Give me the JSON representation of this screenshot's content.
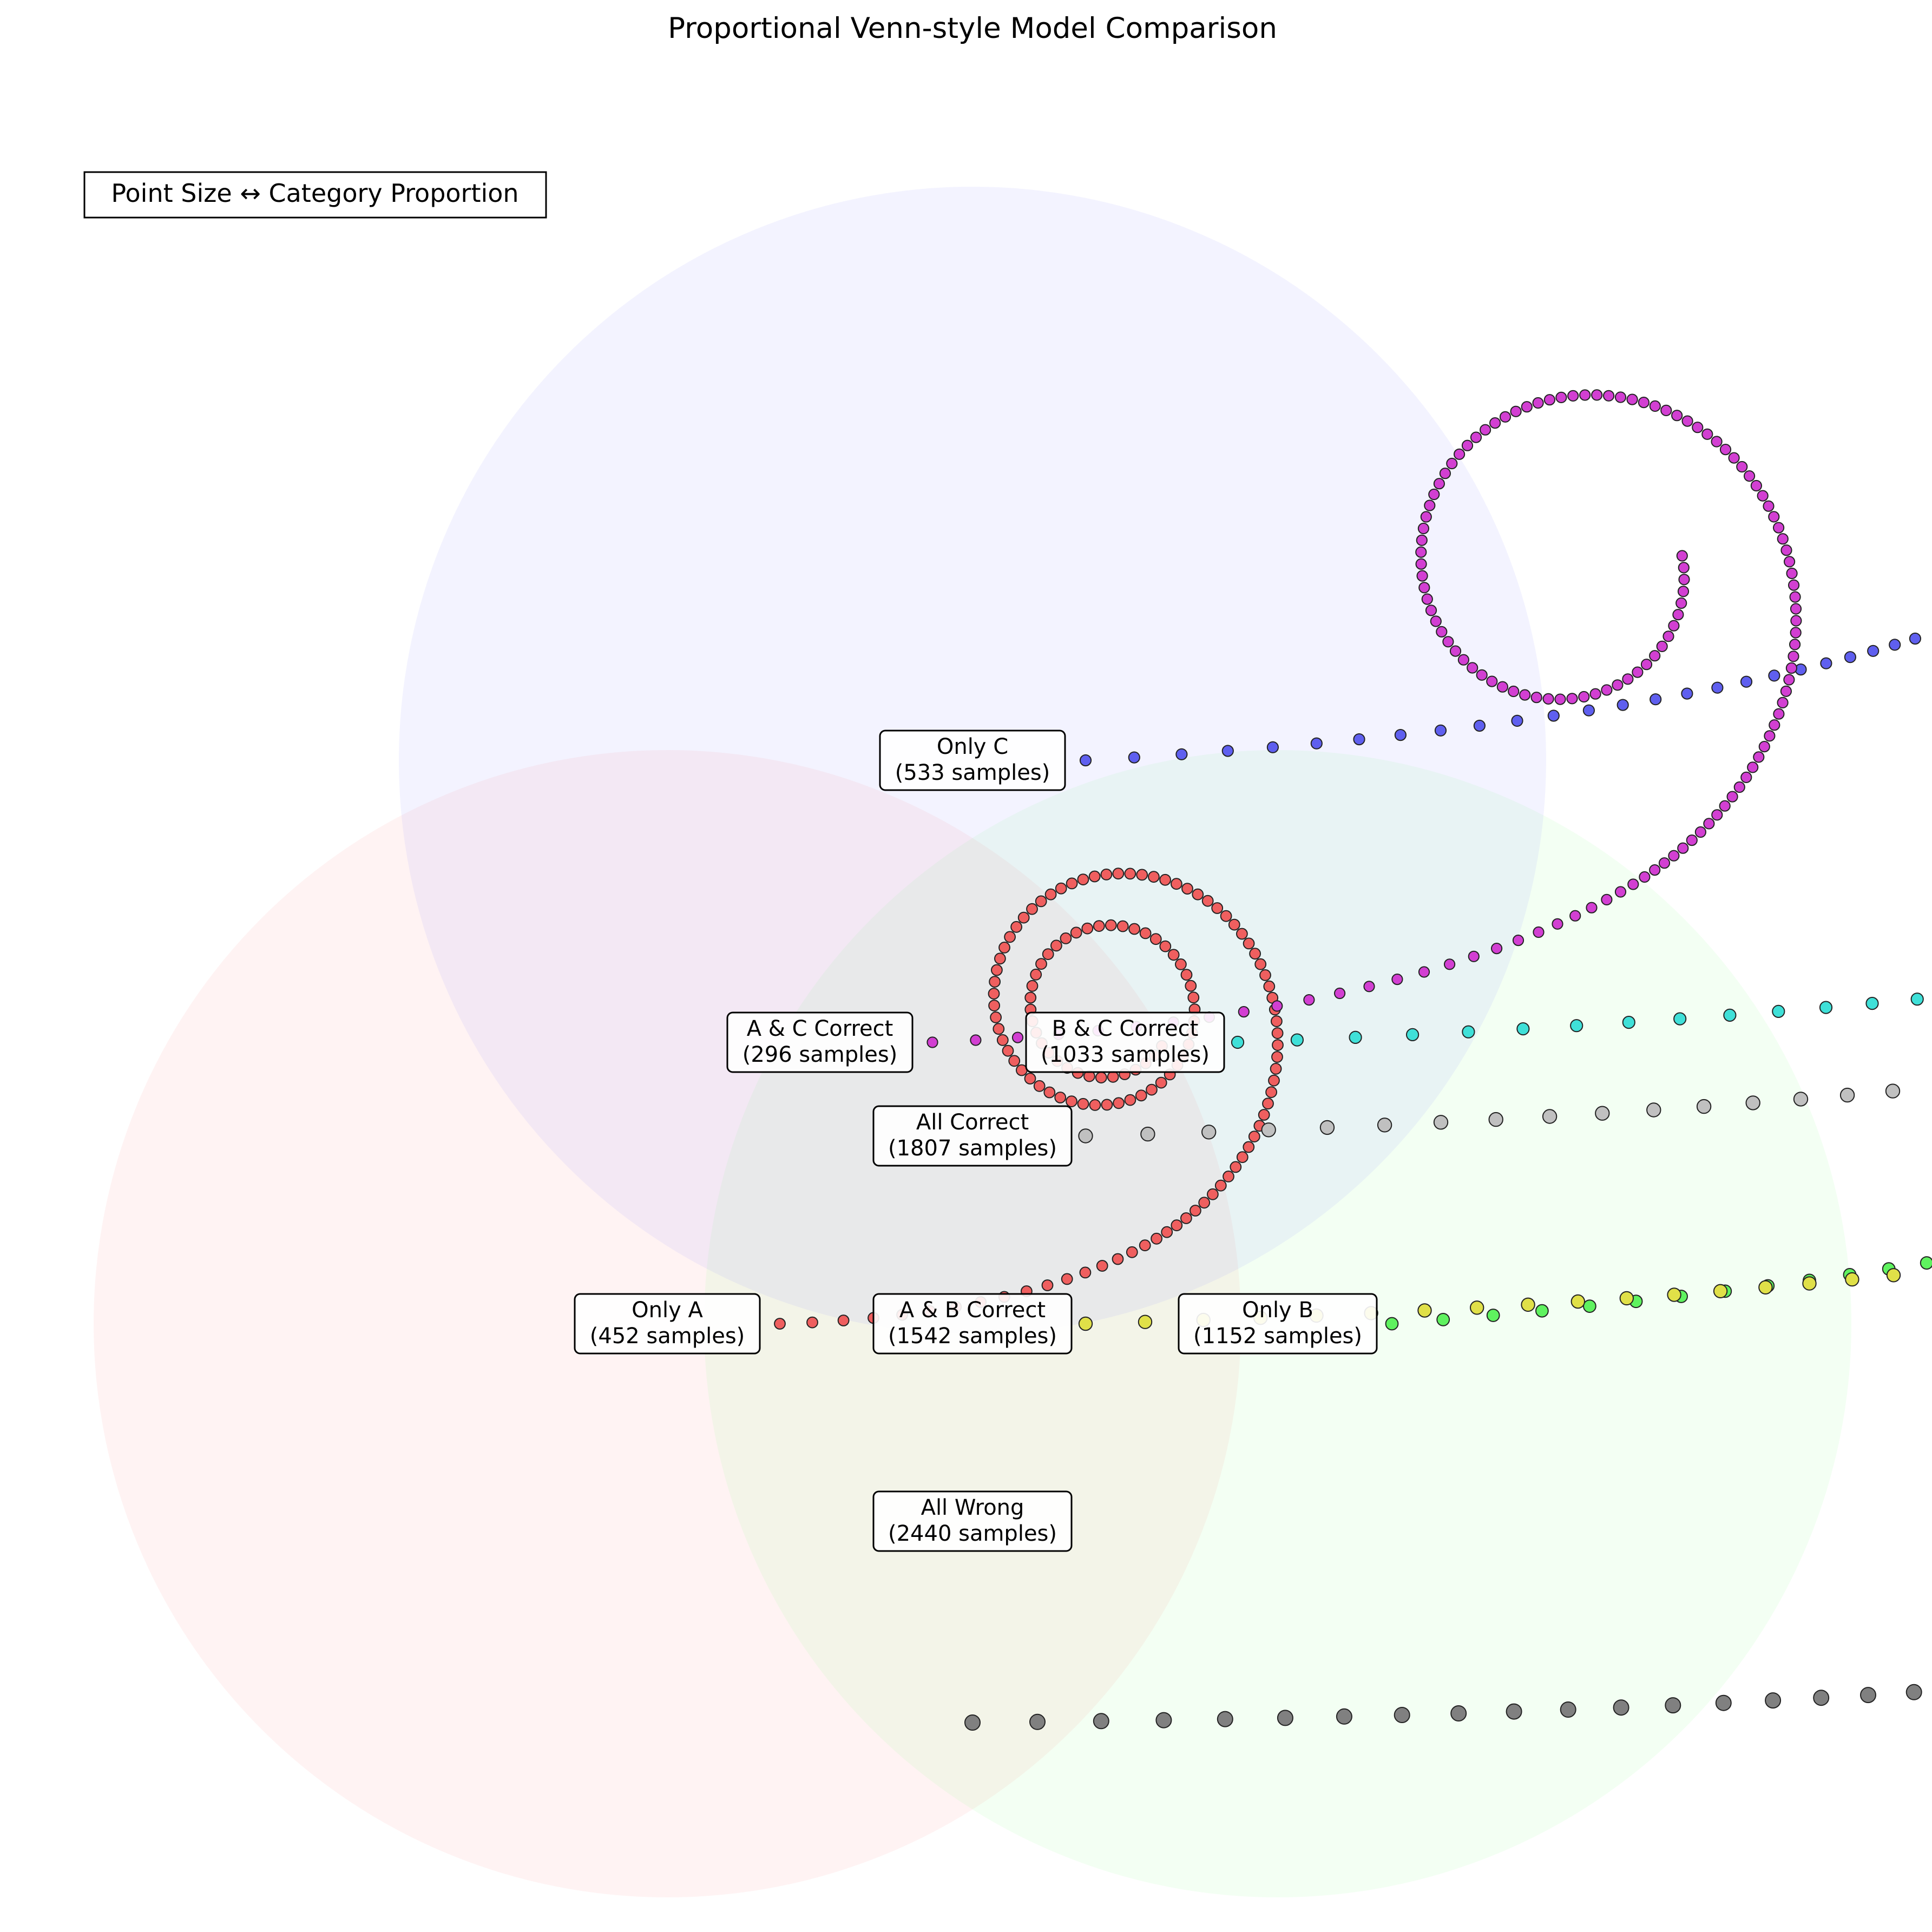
{
  "chart_data": {
    "type": "scatter",
    "title": "Proportional Venn-style Model Comparison",
    "note": "Point Size ↔ Category Proportion",
    "sets": [
      {
        "name": "A",
        "color": "#ff9999"
      },
      {
        "name": "B",
        "color": "#99ff99"
      },
      {
        "name": "C",
        "color": "#9999ff"
      }
    ],
    "categories": [
      {
        "name": "Only A",
        "count": 452,
        "label_line1": "Only A",
        "label_line2": "(452 samples)",
        "color": "#ef5f5f"
      },
      {
        "name": "Only B",
        "count": 1152,
        "label_line1": "Only B",
        "label_line2": "(1152 samples)",
        "color": "#5ff25f"
      },
      {
        "name": "Only C",
        "count": 533,
        "label_line1": "Only C",
        "label_line2": "(533 samples)",
        "color": "#5f5fef"
      },
      {
        "name": "A & B Correct",
        "count": 1542,
        "label_line1": "A & B Correct",
        "label_line2": "(1542 samples)",
        "color": "#e0e048"
      },
      {
        "name": "A & C Correct",
        "count": 296,
        "label_line1": "A & C Correct",
        "label_line2": "(296 samples)",
        "color": "#d23fd2"
      },
      {
        "name": "B & C Correct",
        "count": 1033,
        "label_line1": "B & C Correct",
        "label_line2": "(1033 samples)",
        "color": "#3fe0d8"
      },
      {
        "name": "All Correct",
        "count": 1807,
        "label_line1": "All Correct",
        "label_line2": "(1807 samples)",
        "color": "#c0c0c0"
      },
      {
        "name": "All Wrong",
        "count": 2440,
        "label_line1": "All Wrong",
        "label_line2": "(2440 samples)",
        "color": "#808080"
      }
    ]
  }
}
